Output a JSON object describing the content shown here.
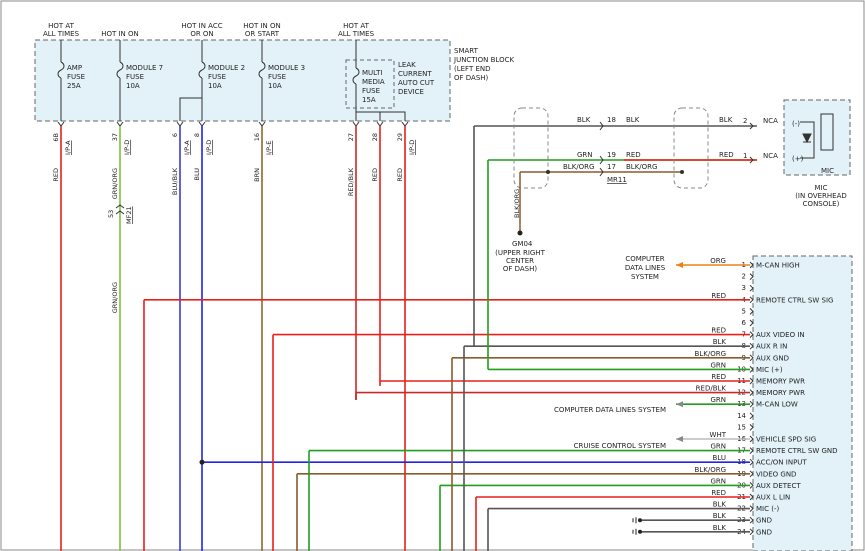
{
  "smart_junction_block": {
    "title_lines": [
      "SMART",
      "JUNCTION BLOCK",
      "(LEFT END",
      "OF DASH)"
    ],
    "power_headers": [
      {
        "lines": [
          "HOT AT",
          "ALL TIMES"
        ]
      },
      {
        "lines": [
          "HOT IN ON"
        ]
      },
      {
        "lines": [
          "HOT IN ACC",
          "OR ON"
        ]
      },
      {
        "lines": [
          "HOT IN ON",
          "OR START"
        ]
      },
      {
        "lines": [
          "HOT AT",
          "ALL TIMES"
        ]
      }
    ],
    "fuses": [
      {
        "lines": [
          "AMP",
          "FUSE",
          "25A"
        ]
      },
      {
        "lines": [
          "MODULE 7",
          "FUSE",
          "10A"
        ]
      },
      {
        "lines": [
          "MODULE 2",
          "FUSE",
          "10A"
        ]
      },
      {
        "lines": [
          "MODULE 3",
          "FUSE",
          "10A"
        ]
      },
      {
        "lines": [
          "MULTI",
          "MEDIA",
          "FUSE",
          "15A"
        ]
      }
    ],
    "leak_device": [
      "LEAK",
      "CURRENT",
      "AUTO CUT",
      "DEVICE"
    ],
    "outputs": [
      {
        "pin": "6B",
        "connector": "I/P-A",
        "wire": "RED",
        "color": "#e8201c"
      },
      {
        "pin": "37",
        "connector": "I/P-D",
        "wire": "GRN/ORG",
        "color": "#7fbf3f"
      },
      {
        "pin": "6",
        "connector": "I/P-A",
        "wire": "BLU/BLK",
        "color": "#3b3bd6"
      },
      {
        "pin": "8",
        "connector": "I/P-D",
        "wire": "BLU",
        "color": "#2222ee"
      },
      {
        "pin": "16",
        "connector": "I/P-E",
        "wire": "BRN",
        "color": "#8b6a2e"
      },
      {
        "pin": "27",
        "connector": "",
        "wire": "RED/BLK",
        "color": "#c62a2a"
      },
      {
        "pin": "28",
        "connector": "",
        "wire": "RED",
        "color": "#e8201c"
      },
      {
        "pin": "29",
        "connector": "I/P-D",
        "wire": "RED",
        "color": "#e8201c"
      }
    ]
  },
  "inline_connector": {
    "pin": "53",
    "name": "MF21"
  },
  "mic": {
    "label_lines": [
      "MIC",
      "(IN OVERHEAD",
      "CONSOLE)"
    ],
    "title": "MIC",
    "pins": [
      {
        "pin": "2",
        "label": "NCA",
        "polarity": "(-)"
      },
      {
        "pin": "1",
        "label": "NCA",
        "polarity": "(+)"
      }
    ]
  },
  "connector_mr11": {
    "name": "MR11",
    "rows": [
      {
        "pin": "18",
        "left": "BLK",
        "right": "BLK",
        "color": "#555555"
      },
      {
        "pin": "19",
        "left": "GRN",
        "right": "RED",
        "color": "#1f9e1f"
      },
      {
        "pin": "17",
        "left": "BLK/ORG",
        "right": "BLK/ORG",
        "color": "#8b5a2b"
      }
    ],
    "mic_wires": [
      {
        "pin": "2",
        "wire": "BLK"
      },
      {
        "pin": "1",
        "wire": "RED"
      }
    ]
  },
  "ground": {
    "name": "GM04",
    "wire": "BLK/ORG",
    "location_lines": [
      "(UPPER RIGHT",
      "CENTER",
      "OF DASH)"
    ]
  },
  "module_pins": [
    {
      "pin": "1",
      "wire": "ORG",
      "signal": "M-CAN HIGH",
      "color": "#f08010"
    },
    {
      "pin": "2",
      "wire": "",
      "signal": "",
      "color": ""
    },
    {
      "pin": "3",
      "wire": "",
      "signal": "",
      "color": ""
    },
    {
      "pin": "4",
      "wire": "RED",
      "signal": "REMOTE CTRL SW SIG",
      "color": "#e8201c"
    },
    {
      "pin": "5",
      "wire": "",
      "signal": "",
      "color": ""
    },
    {
      "pin": "6",
      "wire": "",
      "signal": "",
      "color": ""
    },
    {
      "pin": "7",
      "wire": "RED",
      "signal": "AUX VIDEO IN",
      "color": "#e8201c"
    },
    {
      "pin": "8",
      "wire": "BLK",
      "signal": "AUX R IN",
      "color": "#555555"
    },
    {
      "pin": "9",
      "wire": "BLK/ORG",
      "signal": "AUX GND",
      "color": "#8b5a2b"
    },
    {
      "pin": "10",
      "wire": "GRN",
      "signal": "MIC (+)",
      "color": "#1f9e1f"
    },
    {
      "pin": "11",
      "wire": "RED",
      "signal": "MEMORY PWR",
      "color": "#e8201c"
    },
    {
      "pin": "12",
      "wire": "RED/BLK",
      "signal": "MEMORY PWR",
      "color": "#c62a2a"
    },
    {
      "pin": "13",
      "wire": "GRN",
      "signal": "M-CAN LOW",
      "color": "#1f9e1f"
    },
    {
      "pin": "14",
      "wire": "",
      "signal": "",
      "color": ""
    },
    {
      "pin": "15",
      "wire": "",
      "signal": "",
      "color": ""
    },
    {
      "pin": "16",
      "wire": "WHT",
      "signal": "VEHICLE SPD SIG",
      "color": "#bbbbbb"
    },
    {
      "pin": "17",
      "wire": "GRN",
      "signal": "REMOTE CTRL SW GND",
      "color": "#1f9e1f"
    },
    {
      "pin": "18",
      "wire": "BLU",
      "signal": "ACC/ON INPUT",
      "color": "#2222ee"
    },
    {
      "pin": "19",
      "wire": "BLK/ORG",
      "signal": "VIDEO GND",
      "color": "#8b5a2b"
    },
    {
      "pin": "20",
      "wire": "GRN",
      "signal": "AUX DETECT",
      "color": "#1f9e1f"
    },
    {
      "pin": "21",
      "wire": "RED",
      "signal": "AUX L LIN",
      "color": "#e8201c"
    },
    {
      "pin": "22",
      "wire": "BLK",
      "signal": "MIC (-)",
      "color": "#555555"
    },
    {
      "pin": "23",
      "wire": "BLK",
      "signal": "GND",
      "color": "#555555"
    },
    {
      "pin": "24",
      "wire": "BLK",
      "signal": "GND",
      "color": "#555555"
    }
  ],
  "external_refs": [
    {
      "lines": [
        "COMPUTER",
        "DATA LINES",
        "SYSTEM"
      ]
    },
    {
      "lines": [
        "COMPUTER DATA LINES SYSTEM"
      ]
    },
    {
      "lines": [
        "CRUISE CONTROL SYSTEM"
      ]
    }
  ]
}
